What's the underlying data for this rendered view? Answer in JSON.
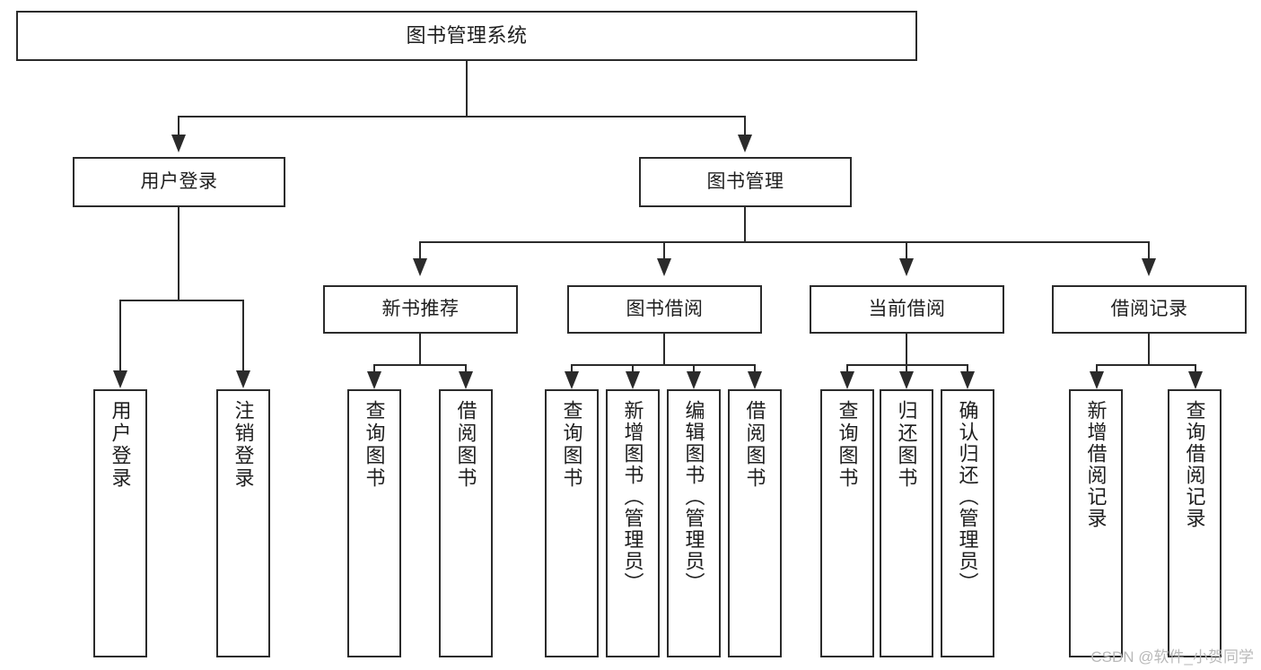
{
  "diagram": {
    "title": "图书管理系统",
    "type": "tree-hierarchy",
    "root": {
      "label": "图书管理系统"
    },
    "level2": [
      {
        "label": "用户登录"
      },
      {
        "label": "图书管理"
      }
    ],
    "level3": [
      {
        "label": "新书推荐"
      },
      {
        "label": "图书借阅"
      },
      {
        "label": "当前借阅"
      },
      {
        "label": "借阅记录"
      }
    ],
    "leaves": {
      "user_login": [
        {
          "label": "用户登录"
        },
        {
          "label": "注销登录"
        }
      ],
      "new_book_recommend": [
        {
          "label": "查询图书"
        },
        {
          "label": "借阅图书"
        }
      ],
      "book_borrow": [
        {
          "label": "查询图书"
        },
        {
          "label": "新增图书（管理员）"
        },
        {
          "label": "编辑图书（管理员）"
        },
        {
          "label": "借阅图书"
        }
      ],
      "current_borrow": [
        {
          "label": "查询图书"
        },
        {
          "label": "归还图书"
        },
        {
          "label": "确认归还（管理员）"
        }
      ],
      "borrow_record": [
        {
          "label": "新增借阅记录"
        },
        {
          "label": "查询借阅记录"
        }
      ]
    }
  },
  "watermark": {
    "text": "CSDN @软件_小贺同学"
  },
  "colors": {
    "stroke": "#2b2b2b",
    "text": "#1e1e1e",
    "background": "#ffffff",
    "watermark": "#b9b9b9"
  }
}
